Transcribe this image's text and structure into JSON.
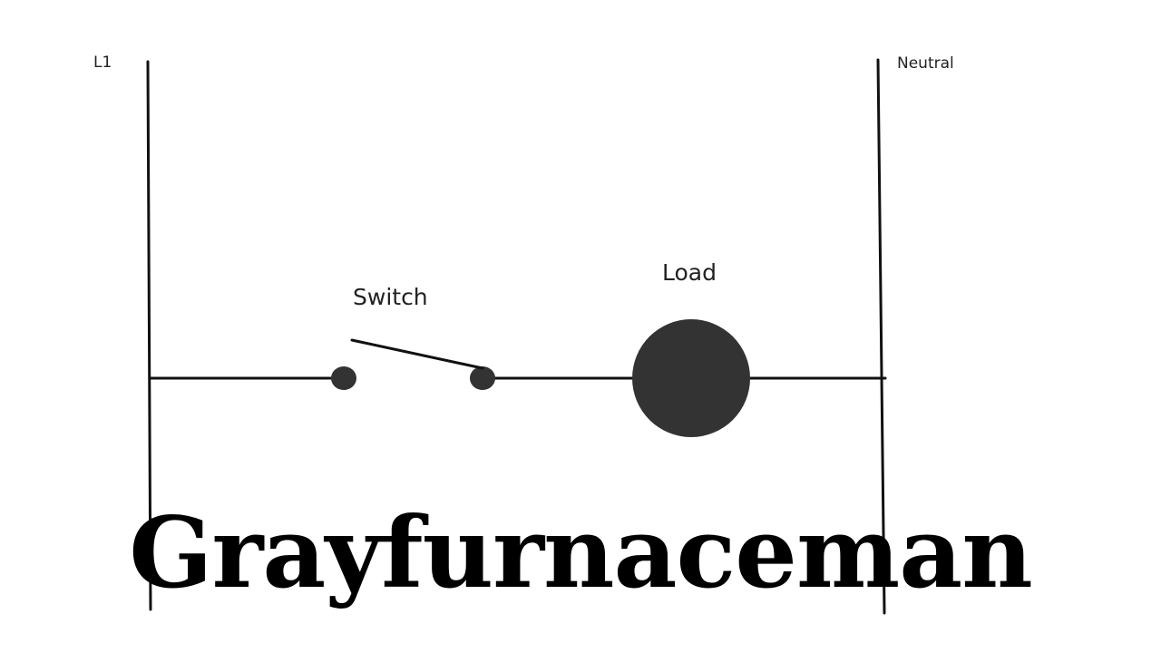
{
  "diagram": {
    "rail_left_label": "L1",
    "rail_right_label": "Neutral",
    "switch_label": "Switch",
    "load_label": "Load"
  },
  "watermark": {
    "text": "Grayfurnaceman"
  },
  "colors": {
    "ink": "#111111",
    "fill": "#333333",
    "background": "#ffffff"
  }
}
